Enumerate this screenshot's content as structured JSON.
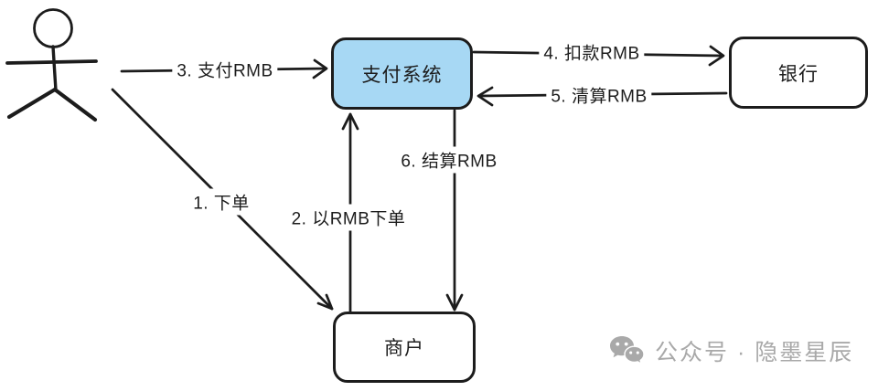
{
  "diagram": {
    "actor": {
      "name": "person-stick-figure"
    },
    "nodes": {
      "payment_system": {
        "label": "支付系统",
        "fill": "#a7d8f4"
      },
      "bank": {
        "label": "银行",
        "fill": "#ffffff"
      },
      "merchant": {
        "label": "商户",
        "fill": "#ffffff"
      }
    },
    "edges": [
      {
        "step": "1",
        "label": "1. 下单",
        "from": "person",
        "to": "merchant"
      },
      {
        "step": "2",
        "label": "2. 以RMB下单",
        "from": "merchant",
        "to": "payment_system"
      },
      {
        "step": "3",
        "label": "3. 支付RMB",
        "from": "person",
        "to": "payment_system"
      },
      {
        "step": "4",
        "label": "4. 扣款RMB",
        "from": "payment_system",
        "to": "bank"
      },
      {
        "step": "5",
        "label": "5. 清算RMB",
        "from": "bank",
        "to": "payment_system"
      },
      {
        "step": "6",
        "label": "6. 结算RMB",
        "from": "payment_system",
        "to": "merchant"
      }
    ],
    "watermark": {
      "icon": "wechat-icon",
      "text": "公众号 · 隐墨星辰"
    },
    "colors": {
      "stroke": "#1c1c1c",
      "payment_fill": "#a7d8f4",
      "watermark_gray": "#a9a9a9",
      "background": "#ffffff"
    }
  }
}
